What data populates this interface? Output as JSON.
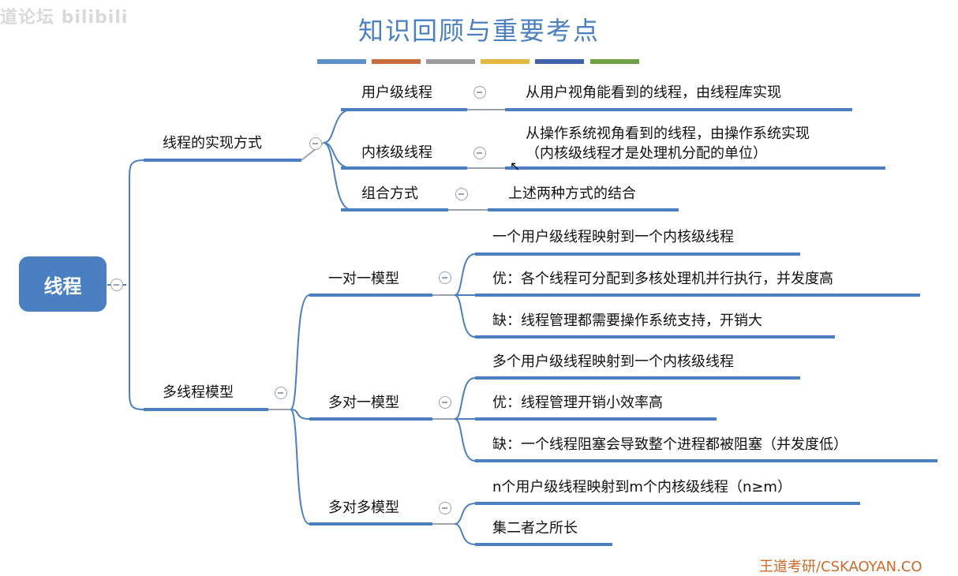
{
  "title": "知识回顾与重要考点",
  "watermark_top": "道论坛 bilibili",
  "watermark_bottom": "王道考研/CSKAOYAN.CO",
  "color_bar": [
    "#5b8fca",
    "#c96b3b",
    "#9b9b9b",
    "#e6b542",
    "#3f63a8",
    "#6da043"
  ],
  "root": "线程",
  "implementation": {
    "label": "线程的实现方式",
    "user_level": {
      "label": "用户级线程",
      "desc": "从用户视角能看到的线程，由线程库实现"
    },
    "kernel_level": {
      "label": "内核级线程",
      "desc_line1": "从操作系统视角看到的线程，由操作系统实现",
      "desc_line2": "（内核级线程才是处理机分配的单位）"
    },
    "combined": {
      "label": "组合方式",
      "desc": "上述两种方式的结合"
    }
  },
  "models": {
    "label": "多线程模型",
    "one_to_one": {
      "label": "一对一模型",
      "items": [
        "一个用户级线程映射到一个内核级线程",
        "优：各个线程可分配到多核处理机并行执行，并发度高",
        "缺：线程管理都需要操作系统支持，开销大"
      ]
    },
    "many_to_one": {
      "label": "多对一模型",
      "items": [
        "多个用户级线程映射到一个内核级线程",
        "优：线程管理开销小效率高",
        "缺：一个线程阻塞会导致整个进程都被阻塞（并发度低）"
      ]
    },
    "many_to_many": {
      "label": "多对多模型",
      "items": [
        "n个用户级线程映射到m个内核级线程（n≥m）",
        "集二者之所长"
      ]
    }
  }
}
